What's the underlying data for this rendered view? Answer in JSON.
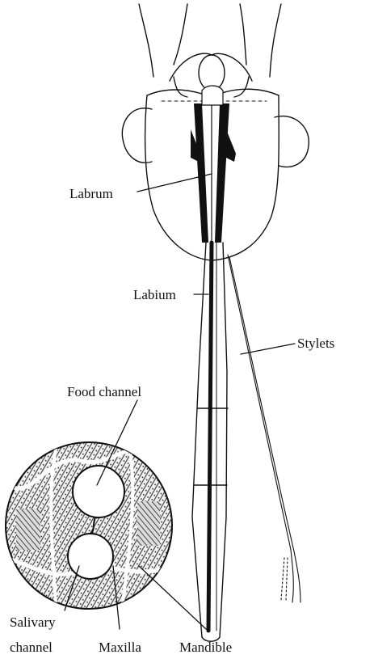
{
  "labels": {
    "labrum": "Labrum",
    "labium": "Labium",
    "stylets": "Stylets",
    "food_channel": "Food channel",
    "salivary_line1": "Salivary",
    "salivary_line2": "channel",
    "maxilla": "Maxilla",
    "mandible": "Mandible"
  },
  "colors": {
    "ink": "#111111",
    "background": "#ffffff",
    "hatch": "#555555"
  }
}
